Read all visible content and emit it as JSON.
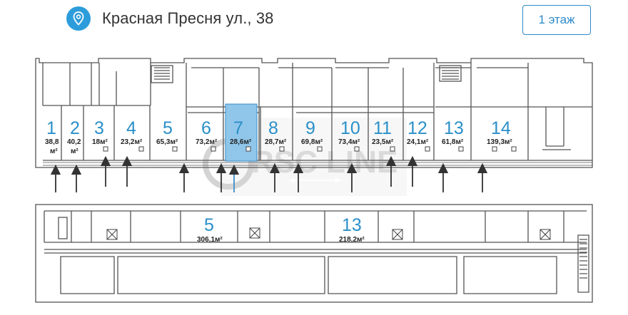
{
  "header": {
    "address": "Красная Пресня ул., 38",
    "floor_button": "1 этаж",
    "pin_icon": "location-pin-icon",
    "accent_color": "#2d9cdb"
  },
  "watermark": {
    "text": "RSC LINE"
  },
  "plan": {
    "selected_color": "#8fc6ea",
    "units": [
      {
        "num": "1",
        "area": "38,8",
        "unit": "м²"
      },
      {
        "num": "2",
        "area": "40,2",
        "unit": "м²"
      },
      {
        "num": "3",
        "area": "18м²"
      },
      {
        "num": "4",
        "area": "23,2м²"
      },
      {
        "num": "5",
        "area": "65,3м²"
      },
      {
        "num": "6",
        "area": "73,2м²"
      },
      {
        "num": "7",
        "area": "28,6м²"
      },
      {
        "num": "8",
        "area": "28,7м²"
      },
      {
        "num": "9",
        "area": "69,8м²"
      },
      {
        "num": "10",
        "area": "73,4м²"
      },
      {
        "num": "11",
        "area": "23,5м²"
      },
      {
        "num": "12",
        "area": "24,1м²"
      },
      {
        "num": "13",
        "area": "61,8м²"
      },
      {
        "num": "14",
        "area": "139,3м²"
      }
    ],
    "lower_units": [
      {
        "num": "5",
        "area": "306,1м²"
      },
      {
        "num": "13",
        "area": "218,2м²"
      }
    ]
  }
}
